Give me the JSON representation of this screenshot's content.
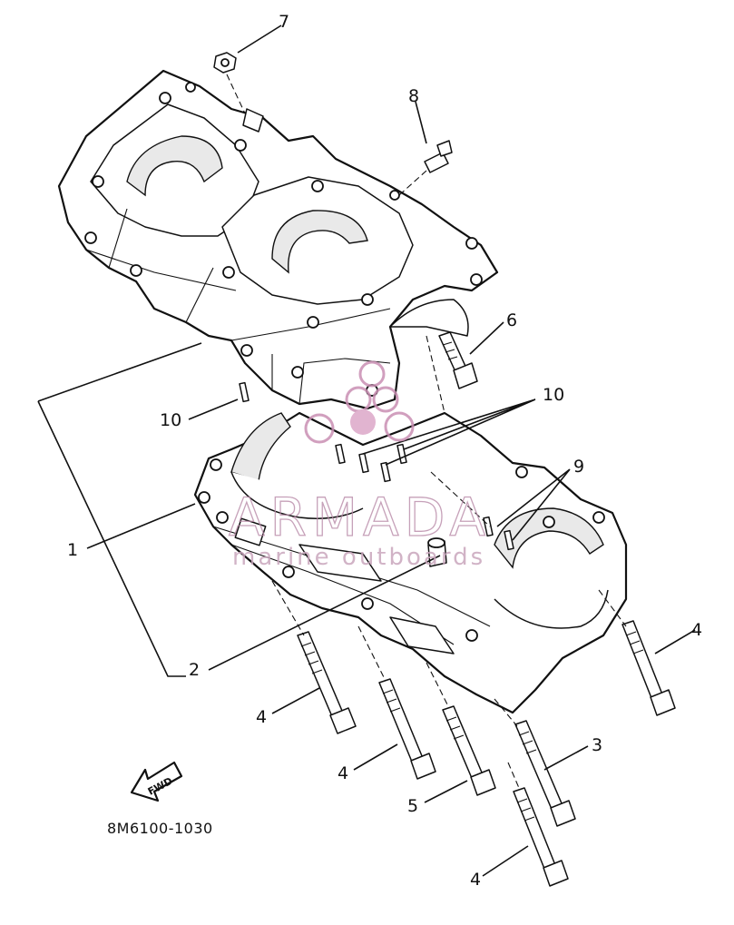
{
  "diagram": {
    "part_code": "8M6100-1030",
    "fwd_label": "FWD",
    "callouts": [
      {
        "id": "c7",
        "text": "7"
      },
      {
        "id": "c8",
        "text": "8"
      },
      {
        "id": "c6",
        "text": "6"
      },
      {
        "id": "c10a",
        "text": "10"
      },
      {
        "id": "c10b",
        "text": "10"
      },
      {
        "id": "c9",
        "text": "9"
      },
      {
        "id": "c1",
        "text": "1"
      },
      {
        "id": "c2",
        "text": "2"
      },
      {
        "id": "c4a",
        "text": "4"
      },
      {
        "id": "c4b",
        "text": "4"
      },
      {
        "id": "c4c",
        "text": "4"
      },
      {
        "id": "c4d",
        "text": "4"
      },
      {
        "id": "c5",
        "text": "5"
      },
      {
        "id": "c3",
        "text": "3"
      }
    ]
  },
  "watermark": {
    "brand": "ARMADA",
    "tagline": "marine outboards",
    "color": "#c98fb3"
  }
}
